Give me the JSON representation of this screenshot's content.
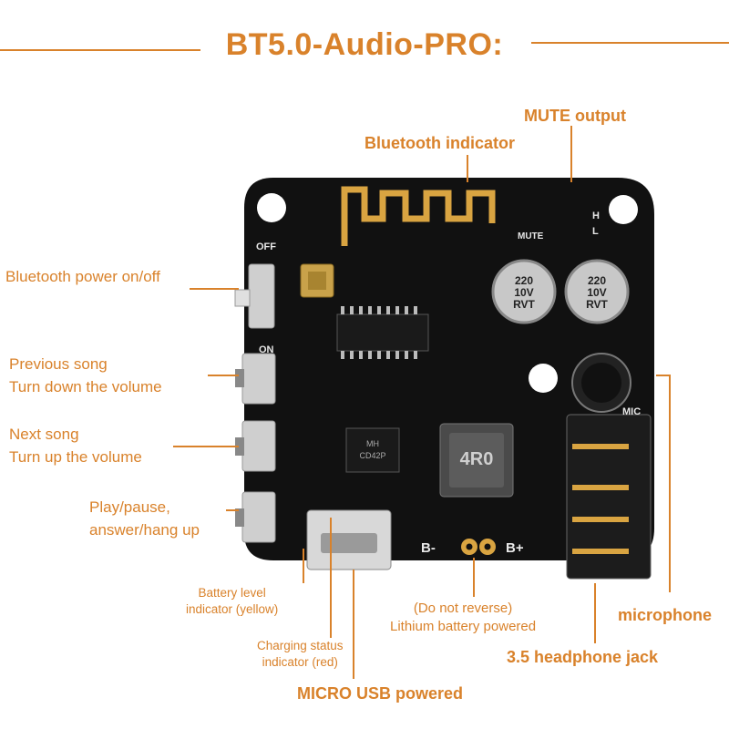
{
  "title": "BT5.0-Audio-PRO:",
  "colors": {
    "accent": "#d9822b",
    "board": "#111111",
    "silkscreen": "#e8e8e8",
    "gold": "#d9a441"
  },
  "labels": {
    "mute_output": "MUTE output",
    "bluetooth_indicator": "Bluetooth indicator",
    "bluetooth_power": "Bluetooth power on/off",
    "prev_song_1": "Previous song",
    "prev_song_2": "Turn down the volume",
    "next_song_1": "Next song",
    "next_song_2": "Turn up the volume",
    "play_pause_1": "Play/pause,",
    "play_pause_2": "answer/hang up",
    "battery_level_1": "Battery level",
    "battery_level_2": "indicator (yellow)",
    "charging_status_1": "Charging status",
    "charging_status_2": "indicator (red)",
    "micro_usb": "MICRO USB powered",
    "do_not_reverse_1": "(Do not reverse)",
    "do_not_reverse_2": "Lithium battery powered",
    "microphone": "microphone",
    "headphone_jack": "3.5 headphone jack"
  },
  "silkscreen": {
    "off": "OFF",
    "on": "ON",
    "mute": "MUTE",
    "h": "H",
    "l": "L",
    "mic": "MIC",
    "b_minus": "B-",
    "b_plus": "B+",
    "cap_text": [
      "220",
      "10V",
      "RVT"
    ],
    "inductor": "4R0",
    "ic_small": [
      "MH",
      "CD42P"
    ]
  }
}
